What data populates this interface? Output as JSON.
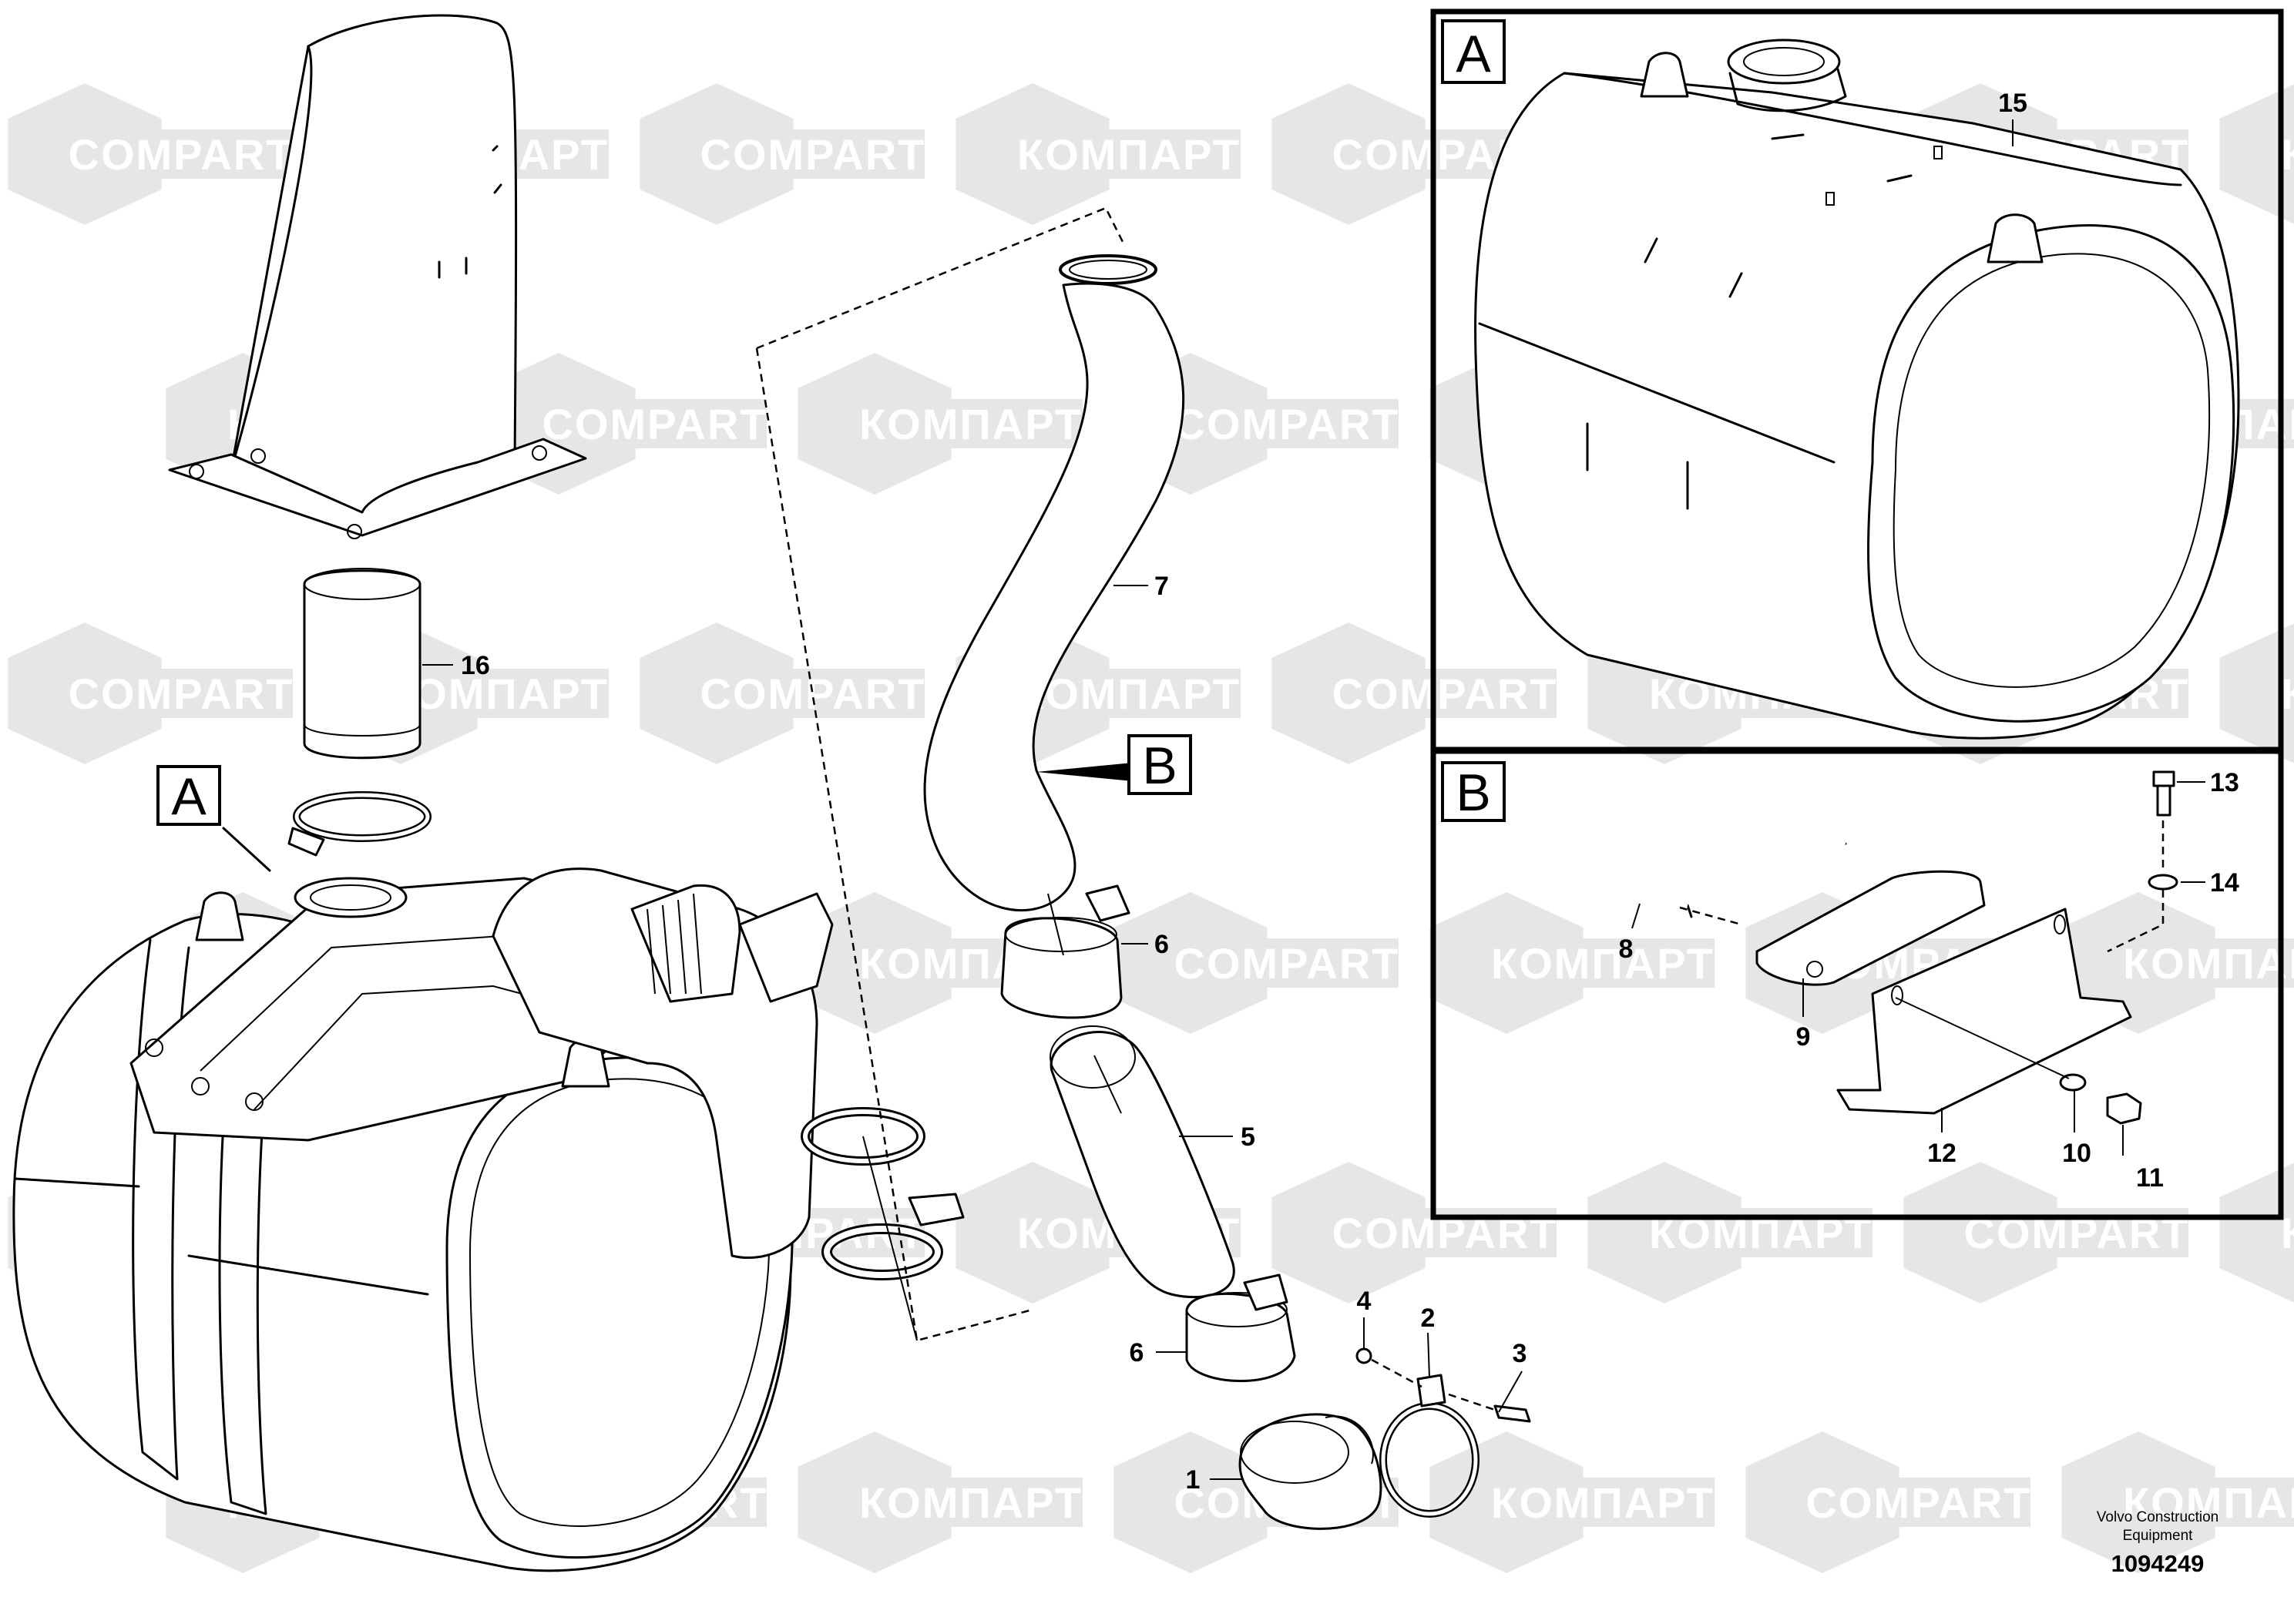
{
  "diagram": {
    "view_labels": {
      "main": "A",
      "view_a": "A",
      "view_b": "B",
      "detail_b": "B"
    },
    "part_numbers": {
      "p1": "1",
      "p2": "2",
      "p3": "3",
      "p4": "4",
      "p5": "5",
      "p6a": "6",
      "p6b": "6",
      "p7": "7",
      "p8": "8",
      "p9": "9",
      "p10": "10",
      "p11": "11",
      "p12": "12",
      "p13": "13",
      "p14": "14",
      "p15": "15",
      "p16": "16"
    },
    "footer": {
      "company_line1": "Volvo Construction",
      "company_line2": "Equipment",
      "drawing_number": "1094249"
    },
    "watermark": {
      "latin": "COMPART",
      "cyrillic": "КОМПАРТ"
    }
  }
}
